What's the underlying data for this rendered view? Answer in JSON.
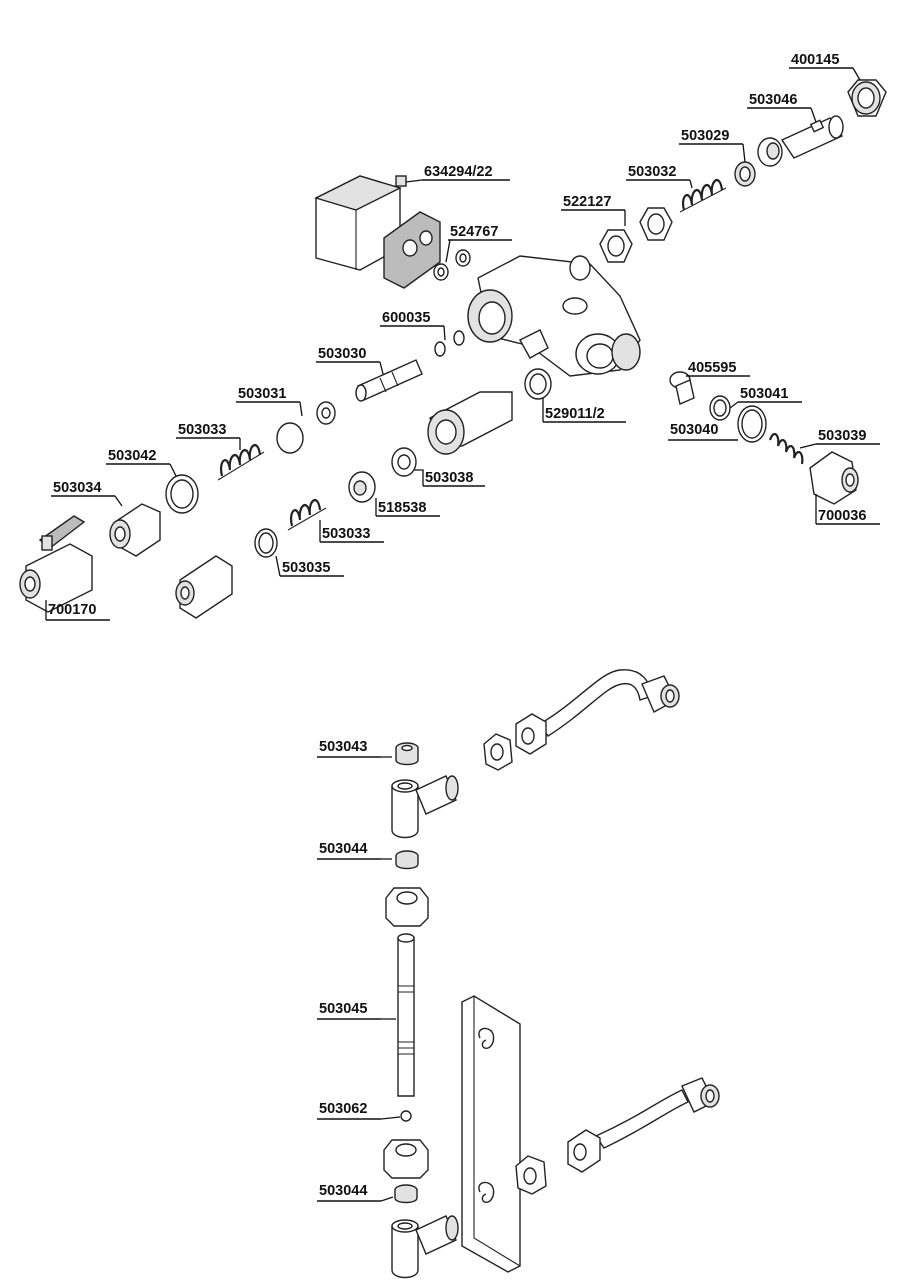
{
  "labels": {
    "l400145": "400145",
    "l503046": "503046",
    "l503029": "503029",
    "l634294_22": "634294/22",
    "l503032": "503032",
    "l522127": "522127",
    "l524767": "524767",
    "l600035": "600035",
    "l503030": "503030",
    "l405595": "405595",
    "l503031": "503031",
    "l503041": "503041",
    "l529011_2": "529011/2",
    "l503033_a": "503033",
    "l503040": "503040",
    "l503039": "503039",
    "l503042": "503042",
    "l503038": "503038",
    "l503034": "503034",
    "l518538": "518538",
    "l700036": "700036",
    "l503033_b": "503033",
    "l503035": "503035",
    "l700170": "700170",
    "l503043": "503043",
    "l503044_a": "503044",
    "l503045": "503045",
    "l503062": "503062",
    "l503044_b": "503044"
  }
}
